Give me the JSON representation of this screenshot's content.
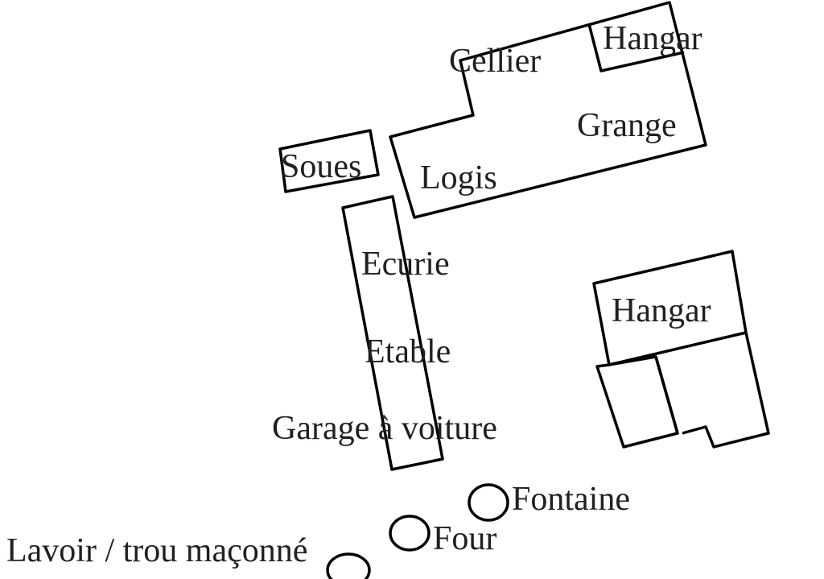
{
  "labels": {
    "cellier": "Cellier",
    "hangar_top": "Hangar",
    "grange": "Grange",
    "logis": "Logis",
    "soues": "Soues",
    "ecurie": "Ecurie",
    "etable": "Etable",
    "garage": "Garage à voiture",
    "hangar_right": "Hangar",
    "fontaine": "Fontaine",
    "four": "Four",
    "lavoir": "Lavoir / trou maçonné"
  },
  "colors": {
    "stroke": "#000000",
    "text": "#231f20",
    "background": "#ffffff"
  }
}
